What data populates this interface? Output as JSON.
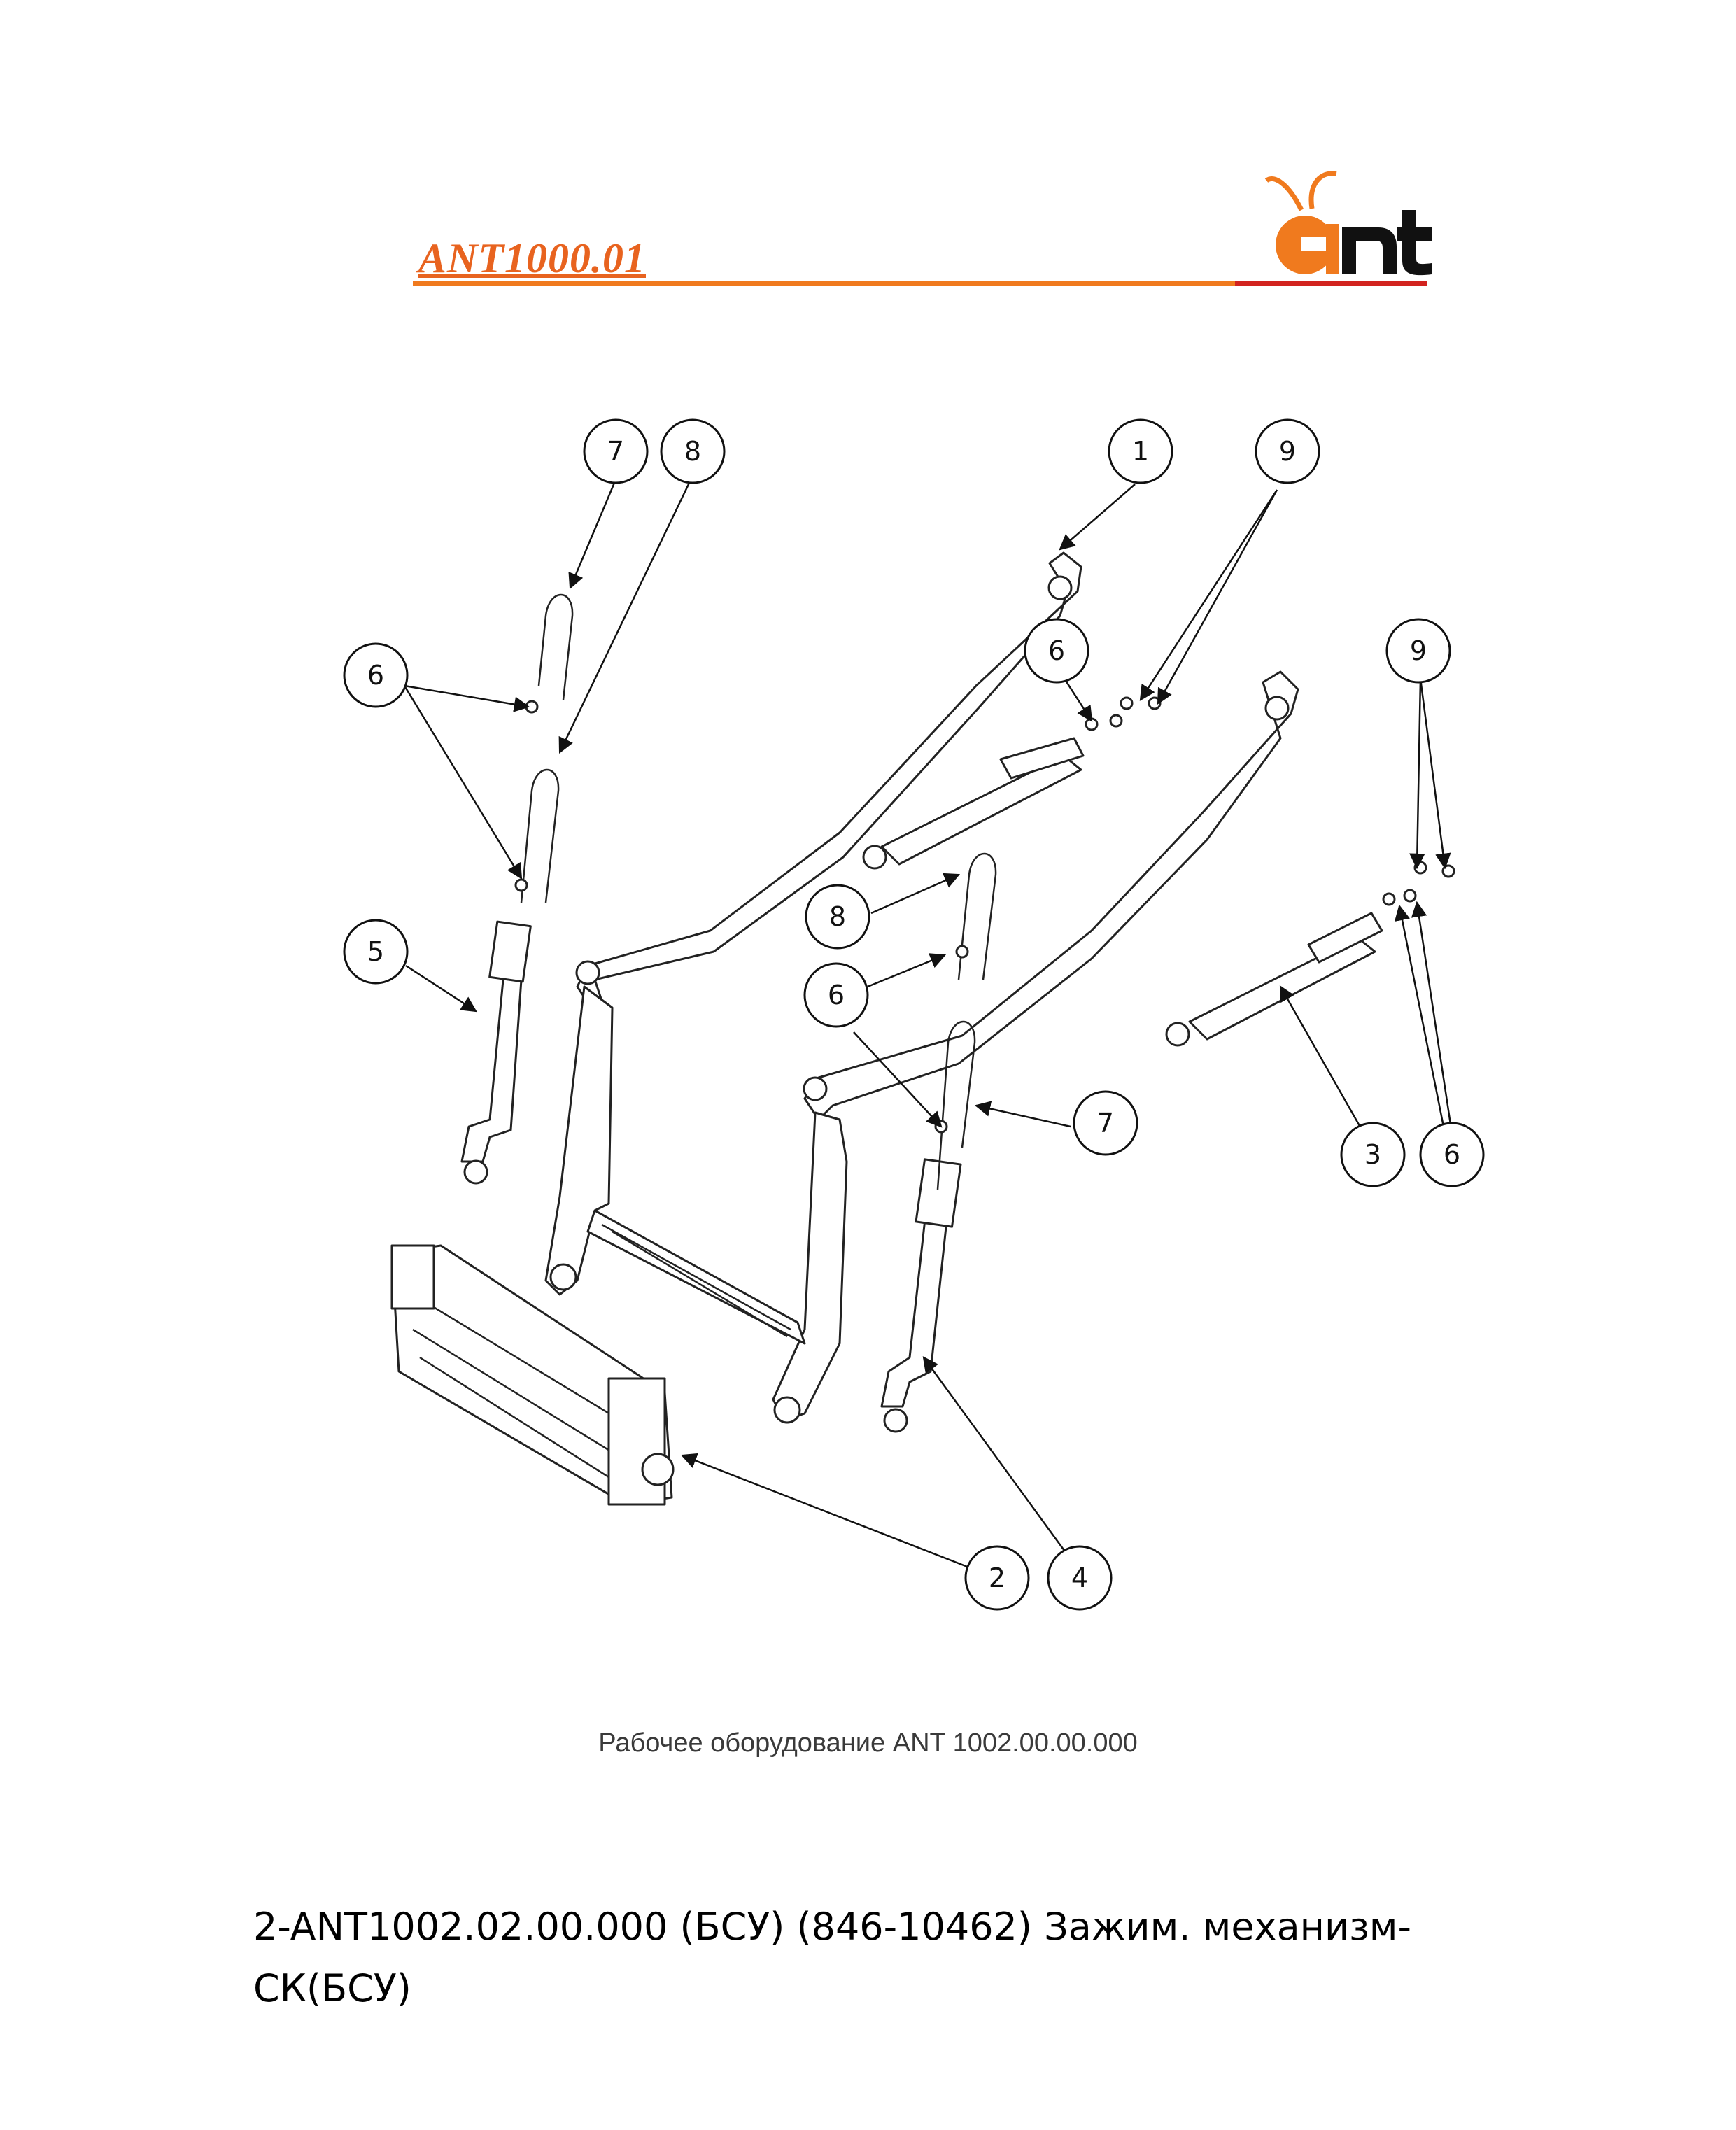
{
  "header": {
    "doc_code": "ANT1000.01",
    "logo_text": "ant",
    "colors": {
      "accent": "#f07a1e",
      "brand_red": "#d2231f",
      "code_text": "#e8631f"
    }
  },
  "figure": {
    "caption": "Рабочее оборудование ANT 1002.00.00.000",
    "callouts": [
      "7",
      "8",
      "1",
      "9",
      "6",
      "6",
      "9",
      "5",
      "8",
      "6",
      "7",
      "3",
      "6",
      "2",
      "4"
    ]
  },
  "part_description": "2-ANT1002.02.00.000 (БСУ) (846-10462) Зажим. механизм-СК(БСУ)"
}
